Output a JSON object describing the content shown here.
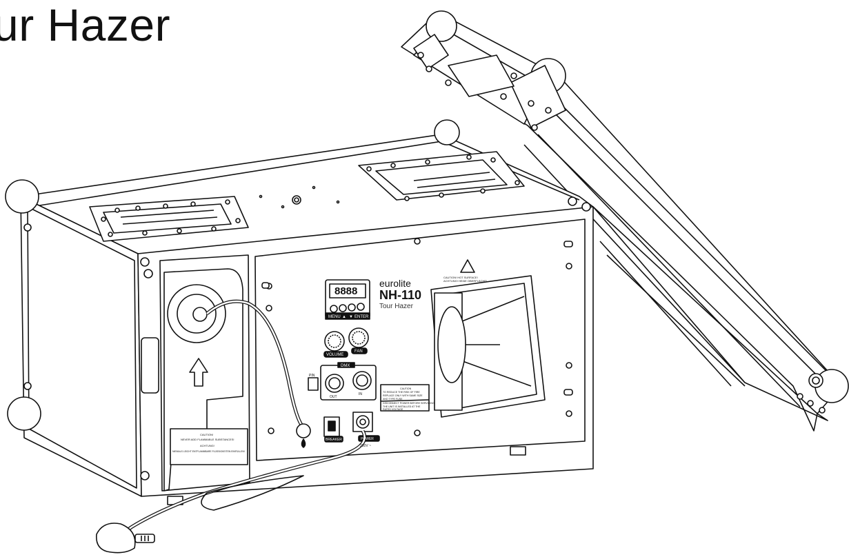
{
  "page_title": "ur Hazer",
  "display": {
    "digits": "8888",
    "menu_label": "MENU",
    "up": "▲",
    "down": "▼",
    "enter_label": "ENTER"
  },
  "brand": {
    "name": "eurolite",
    "model": "NH-110",
    "subtitle": "Tour Hazer"
  },
  "knobs": {
    "volume": "VOLUME",
    "fan": "FAN"
  },
  "dmx": {
    "label": "DMX",
    "out": "OUT",
    "in": "IN",
    "pin": "PIN"
  },
  "labels": {
    "breaker": "BREAKER",
    "power": "POWER",
    "power_rating": "230V ~",
    "warning_top_1": "CAUTION! HOT SURFACE!",
    "warning_top_2": "ACHTUNG! HEIßE OBERFLÄCHE!",
    "caution_1": "CAUTION",
    "caution_2": "TO REDUCE THE RISK OF FIRE",
    "caution_3": "REPLACE ONLY WITH SAME SIZE",
    "caution_4": "AND TYPE FUSE",
    "caution_5": "DISCONNECT POWER BEFORE SERVICING",
    "caution_6": "THE UNIT IS INSTALLED AT THE",
    "caution_7": "RATED VOLTAGE",
    "tank_1": "CAUTION!",
    "tank_2": "NEVER ADD FLAMMABLE SUBSTANCES!",
    "tank_3": "ACHTUNG!",
    "tank_4": "NIEMALS LEICHT ENTFLAMMBARE FLÜSSIGKEITEN EINFÜLLEN!"
  }
}
